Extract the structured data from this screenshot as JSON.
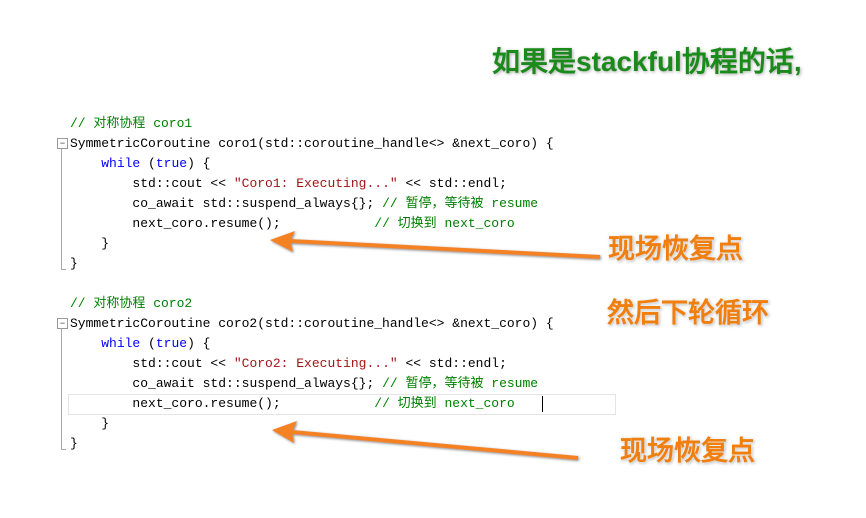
{
  "title": "如果是stackful协程的话,",
  "annotations": {
    "restore1": "现场恢复点",
    "next_loop": "然后下轮循环",
    "restore2": "现场恢复点"
  },
  "blocks": [
    {
      "comment": "// 对称协程 coro1",
      "sig": "SymmetricCoroutine coro1(std::coroutine_handle<> &next_coro) {",
      "while_kw": "while",
      "while_rest": " (",
      "true_kw": "true",
      "while_end": ") {",
      "cout_a": "std::cout << ",
      "cout_str": "\"Coro1: Executing...\"",
      "cout_b": " << std::endl;",
      "await_code": "co_await std::suspend_always{}; ",
      "await_cm": "// 暂停，等待被 resume",
      "resume_code": "next_coro.resume();            ",
      "resume_cm": "// 切换到 next_coro",
      "close_inner": "}",
      "close_outer": "}"
    },
    {
      "comment": "// 对称协程 coro2",
      "sig": "SymmetricCoroutine coro2(std::coroutine_handle<> &next_coro) {",
      "while_kw": "while",
      "while_rest": " (",
      "true_kw": "true",
      "while_end": ") {",
      "cout_a": "std::cout << ",
      "cout_str": "\"Coro2: Executing...\"",
      "cout_b": " << std::endl;",
      "await_code": "co_await std::suspend_always{}; ",
      "await_cm": "// 暂停，等待被 resume",
      "resume_code": "next_coro.resume();            ",
      "resume_cm": "// 切换到 next_coro",
      "close_inner": "}",
      "close_outer": "}"
    }
  ],
  "colors": {
    "comment": "#008000",
    "keyword": "#0000ff",
    "string": "#a31515",
    "annotation": "#f07f10",
    "title": "#1a8a1a"
  }
}
